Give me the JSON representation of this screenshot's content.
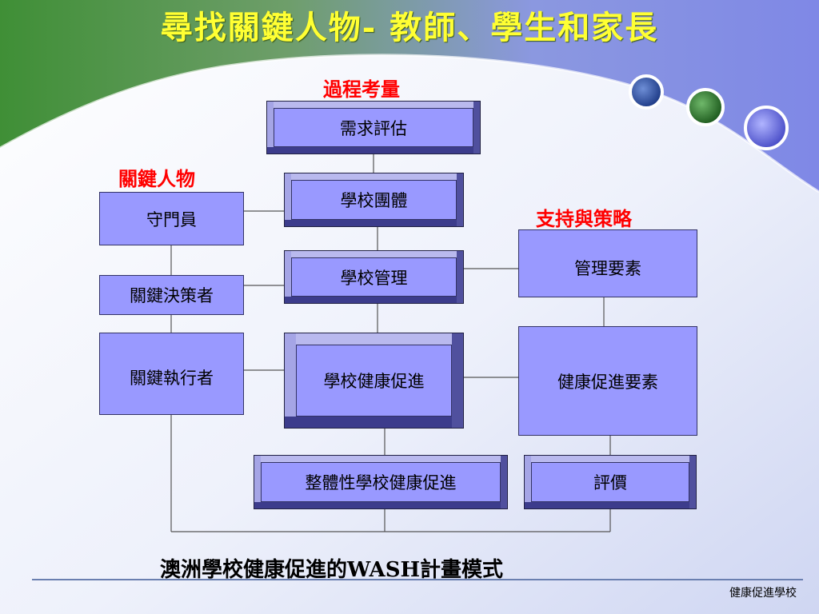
{
  "title": "尋找關鍵人物- 教師、學生和家長",
  "labels": {
    "process": "過程考量",
    "key_people": "關鍵人物",
    "support": "支持與策略"
  },
  "left_boxes": {
    "gatekeeper": "守門員",
    "decision_maker": "關鍵決策者",
    "executor": "關鍵執行者"
  },
  "center_boxes": {
    "needs": "需求評估",
    "community": "學校團體",
    "management": "學校管理",
    "health_promotion": "學校健康促進",
    "holistic": "整體性學校健康促進"
  },
  "right_boxes": {
    "management_elements": "管理要素",
    "health_elements": "健康促進要素",
    "evaluation": "評價"
  },
  "caption": "澳洲學校健康促進的WASH計畫模式",
  "footer": "健康促進學校",
  "colors": {
    "title": "#ffff33",
    "label": "#ff0000",
    "box_fill": "#9999ff",
    "green_band": "#4a9a3c",
    "blue_band": "#8a95e8"
  }
}
